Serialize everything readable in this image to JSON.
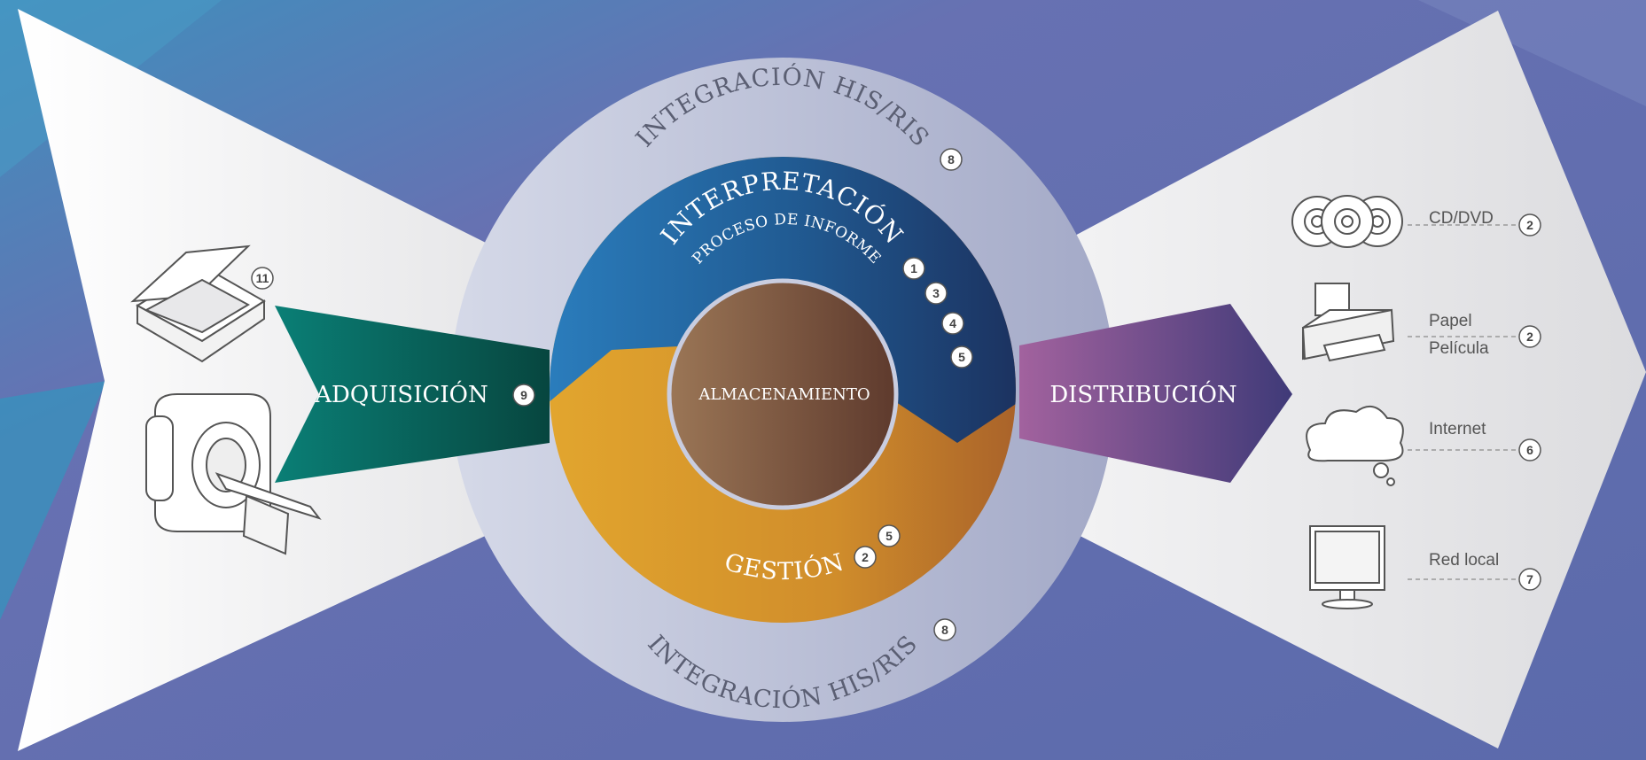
{
  "outer_ring": {
    "top_label": "INTEGRACIÓN HIS/RIS",
    "top_badge": "8",
    "bottom_label": "INTEGRACIÓN HIS/RIS",
    "bottom_badge": "8"
  },
  "interpretation": {
    "title": "INTERPRETACIÓN",
    "subtitle": "PROCESO DE INFORME",
    "badges": [
      "1",
      "3",
      "4",
      "5"
    ]
  },
  "management": {
    "title": "GESTIÓN",
    "badges": [
      "2",
      "5"
    ]
  },
  "center": {
    "label": "ALMACENAMIENTO"
  },
  "acquisition": {
    "label": "ADQUISICIÓN",
    "badge": "9",
    "scanner_badge": "11"
  },
  "distribution": {
    "label": "DISTRIBUCIÓN",
    "items": [
      {
        "icon": "cd-dvd-icon",
        "lines": [
          "CD/DVD"
        ],
        "badge": "2"
      },
      {
        "icon": "printer-icon",
        "lines": [
          "Papel",
          "Película"
        ],
        "badge": "2"
      },
      {
        "icon": "cloud-icon",
        "lines": [
          "Internet"
        ],
        "badge": "6"
      },
      {
        "icon": "monitor-icon",
        "lines": [
          "Red local"
        ],
        "badge": "7"
      }
    ]
  },
  "colors": {
    "background": "#6a74b3",
    "acquisition": "#0b6b64",
    "distribution": "#6a4a8c",
    "interpretation": "#1e3f74",
    "management": "#d99a2f",
    "storage": "#7a5440",
    "ring": "#c4c9dd"
  }
}
